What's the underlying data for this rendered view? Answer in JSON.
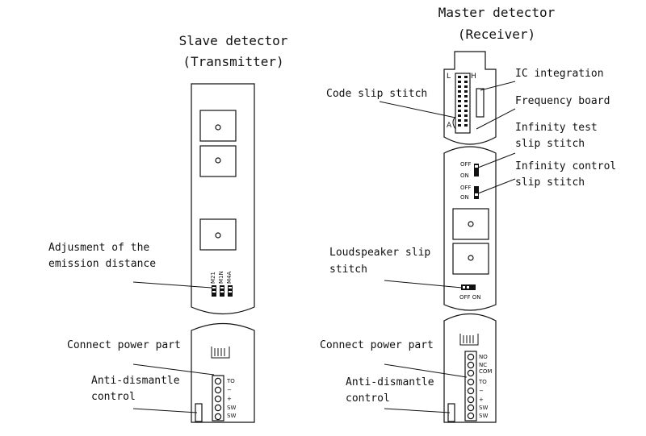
{
  "slave": {
    "title_line1": "Slave  detector",
    "title_line2": "(Transmitter)",
    "adjust_label_line1": "Adjusment of the",
    "adjust_label_line2": "emission distance",
    "dip_labels": [
      "M21",
      "M1N",
      "M4A"
    ],
    "connect_power": "Connect power part",
    "anti_line1": "Anti-dismantle",
    "anti_line2": "control",
    "terminal_labels": [
      "TO",
      "−",
      "+",
      "SW",
      "SW"
    ]
  },
  "master": {
    "title_line1": "Master  detector",
    "title_line2": "(Receiver)",
    "header_L": "L",
    "header_H": "H",
    "header_A": "A",
    "ic_integration": "IC integration",
    "code_slip": "Code slip stitch",
    "frequency_board": "Frequency board",
    "inf_test_line1": "Infinity test",
    "inf_test_line2": "slip stitch",
    "inf_ctrl_line1": "Infinity control",
    "inf_ctrl_line2": "slip stitch",
    "sw_off": "OFF",
    "sw_on": "ON",
    "loud_line1": "Loudspeaker slip",
    "loud_line2": "stitch",
    "loud_offon": "OFF ON",
    "connect_power": "Connect power part",
    "anti_line1": "Anti-dismantle",
    "anti_line2": "control",
    "terminal_labels": [
      "NO",
      "NC",
      "COM",
      "TO",
      "−",
      "+",
      "SW",
      "SW"
    ]
  }
}
